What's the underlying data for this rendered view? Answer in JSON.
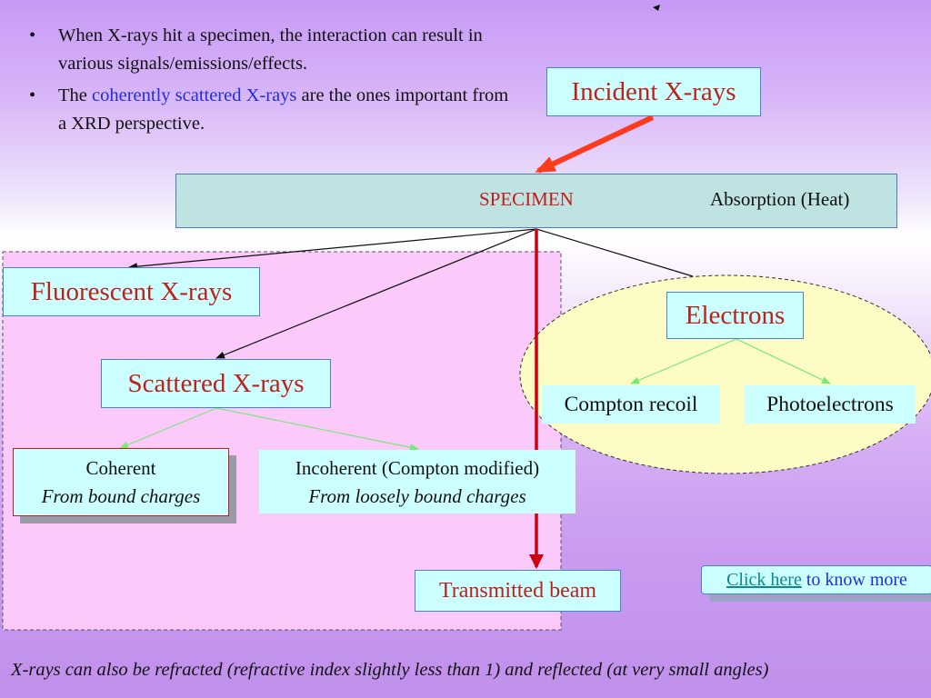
{
  "bullets": [
    {
      "text": "When X-rays hit a specimen, the interaction can result in various signals/emissions/effects."
    },
    {
      "prefix": "The ",
      "highlight": "coherently scattered X-rays",
      "suffix": " are the ones important from a XRD perspective."
    }
  ],
  "diagram": {
    "incident": "Incident X-rays",
    "specimen": "SPECIMEN",
    "absorption": "Absorption (Heat)",
    "fluorescent": "Fluorescent X-rays",
    "scattered": "Scattered X-rays",
    "electrons": "Electrons",
    "compton_recoil": "Compton recoil",
    "photoelectrons": "Photoelectrons",
    "coherent_title": "Coherent",
    "coherent_sub": "From bound charges",
    "incoherent_title": "Incoherent (Compton modified)",
    "incoherent_sub": "From loosely bound charges",
    "transmitted": "Transmitted beam"
  },
  "link": {
    "link_text": "Click here",
    "rest": " to know more"
  },
  "footnote": "X-rays can also be refracted (refractive index slightly less than 1) and reflected (at very small angles)",
  "colors": {
    "accent_red": "#c0201a",
    "box_fill": "#ccffff",
    "highlight_blue": "#1f2ee6",
    "arrow_red": "#ff3b1f",
    "beam_red": "#cc0010",
    "connector_green": "#78e878",
    "ellipse_fill": "#fdfcc4",
    "panel_pink": "#fccafa"
  }
}
